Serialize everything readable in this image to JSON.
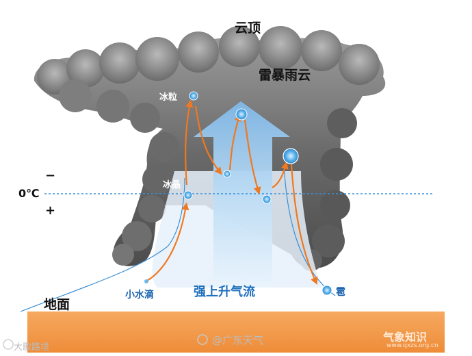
{
  "labels": {
    "cloud_top": "云顶",
    "cloud_name": "雷暴雨云",
    "ice_pellet": "冰粒",
    "ice_crystal": "冰晶",
    "minus": "−",
    "freezing_level": "0℃",
    "plus": "+",
    "ground": "地面",
    "droplet": "小水滴",
    "updraft": "强上升气流",
    "hail": "雹"
  },
  "watermarks": {
    "left": "大歌路境",
    "center": "@广东天气",
    "right": "气象知识",
    "right_url": "www.qxzs.org.cn"
  },
  "colors": {
    "cloud_dark": "#5a5a5a",
    "cloud_light": "#a3a3a3",
    "ground": "#f29a48",
    "updraft": "#8fc3ee",
    "freezing_line": "#3a8fd6",
    "trajectory": "#f07820",
    "ice": "#3a9fe0"
  }
}
